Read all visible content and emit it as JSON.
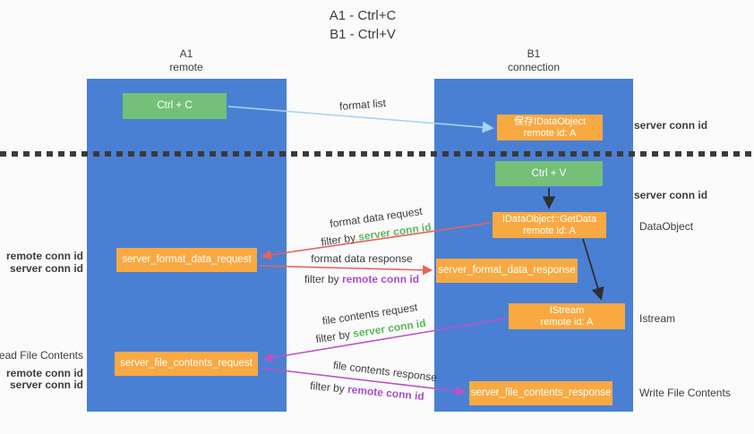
{
  "title": {
    "line1": "A1 - Ctrl+C",
    "line2": "B1 - Ctrl+V"
  },
  "lanes": {
    "a": {
      "name": "A1",
      "subtitle": "remote"
    },
    "b": {
      "name": "B1",
      "subtitle": "connection"
    }
  },
  "nodes": {
    "ctrl_c": {
      "label": "Ctrl + C"
    },
    "ctrl_v": {
      "label": "Ctrl + V"
    },
    "save_dataobject": {
      "line1": "保存IDataObject",
      "line2": "remote id: A"
    },
    "getdata": {
      "line1": "IDataObject::GetData",
      "line2": "remote id: A"
    },
    "format_request": {
      "label": "server_format_data_request"
    },
    "format_response": {
      "label": "server_format_data_response"
    },
    "istream": {
      "line1": "IStream",
      "line2": "remote id: A"
    },
    "file_request": {
      "label": "server_file_contents_request"
    },
    "file_response": {
      "label": "server_file_contents_response"
    }
  },
  "arrow_labels": {
    "format_list": "format list",
    "format_data_request": "format data request",
    "format_data_response": "format data response",
    "file_contents_request": "file contents request",
    "file_contents_response": "file contents response",
    "filter_by": "filter by",
    "server_conn_id": "server conn id",
    "remote_conn_id": "remote conn id"
  },
  "side_labels": {
    "right_server_conn_id_1": "server conn id",
    "right_server_conn_id_2": "server conn id",
    "data_object": "DataObject",
    "istream": "Istream",
    "write_file_contents": "Write File Contents",
    "left_remote_conn_id_1": "remote conn id",
    "left_server_conn_id_1": "server conn id",
    "read_file_contents": "Read File Contents",
    "left_remote_conn_id_2": "remote conn id",
    "left_server_conn_id_2": "server conn id"
  },
  "colors": {
    "lane_blue": "#4a80d4",
    "node_green": "#74c078",
    "node_orange": "#f9a942",
    "arrow_light_blue": "#a9d3ee",
    "arrow_red": "#e8635a",
    "arrow_magenta": "#bd53c3",
    "arrow_black": "#2f2f2f",
    "text_green": "#5cb85c",
    "text_purple": "#a84fc8",
    "text_dark": "#3d3d3d",
    "background": "#fafafa"
  }
}
